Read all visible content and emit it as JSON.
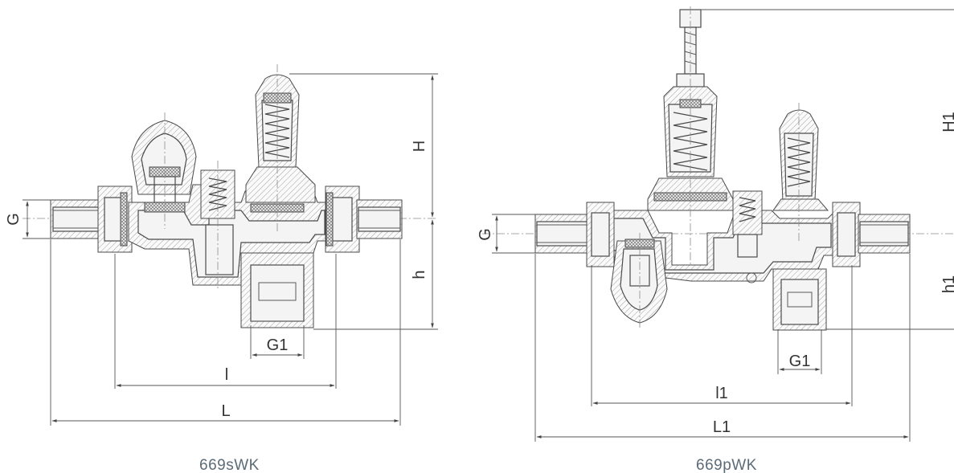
{
  "drawings": [
    {
      "model": "669sWK",
      "dimensions": {
        "G": "G",
        "G1": "G1",
        "l": "l",
        "L": "L",
        "H": "H",
        "h": "h"
      }
    },
    {
      "model": "669pWK",
      "dimensions": {
        "G": "G",
        "G1": "G1",
        "l1": "l1",
        "L1": "L1",
        "H1": "H1",
        "h1": "h1"
      }
    }
  ]
}
